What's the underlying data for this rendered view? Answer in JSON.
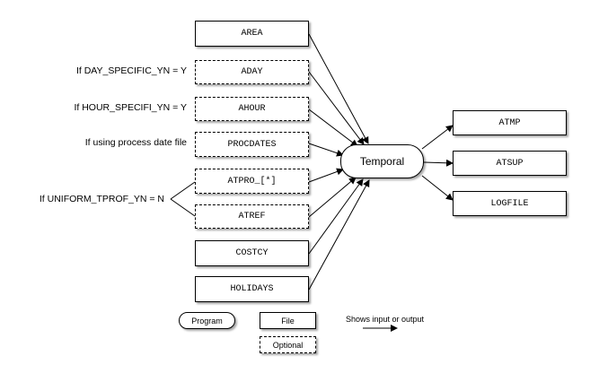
{
  "inputs": {
    "area": "AREA",
    "aday": "ADAY",
    "ahour": "AHOUR",
    "procdates": "PROCDATES",
    "atpro": "ATPRO_[*]",
    "atref": "ATREF",
    "costcy": "COSTCY",
    "holidays": "HOLIDAYS"
  },
  "conditions": {
    "day_specific": "If DAY_SPECIFIC_YN = Y",
    "hour_specific": "If HOUR_SPECIFI_YN = Y",
    "process_date": "If using process date file",
    "uniform_tprof": "If UNIFORM_TPROF_YN = N"
  },
  "program": {
    "name": "Temporal"
  },
  "outputs": {
    "atmp": "ATMP",
    "atsup": "ATSUP",
    "logfile": "LOGFILE"
  },
  "legend": {
    "program": "Program",
    "file": "File",
    "optional": "Optional",
    "arrow": "Shows input or output"
  }
}
